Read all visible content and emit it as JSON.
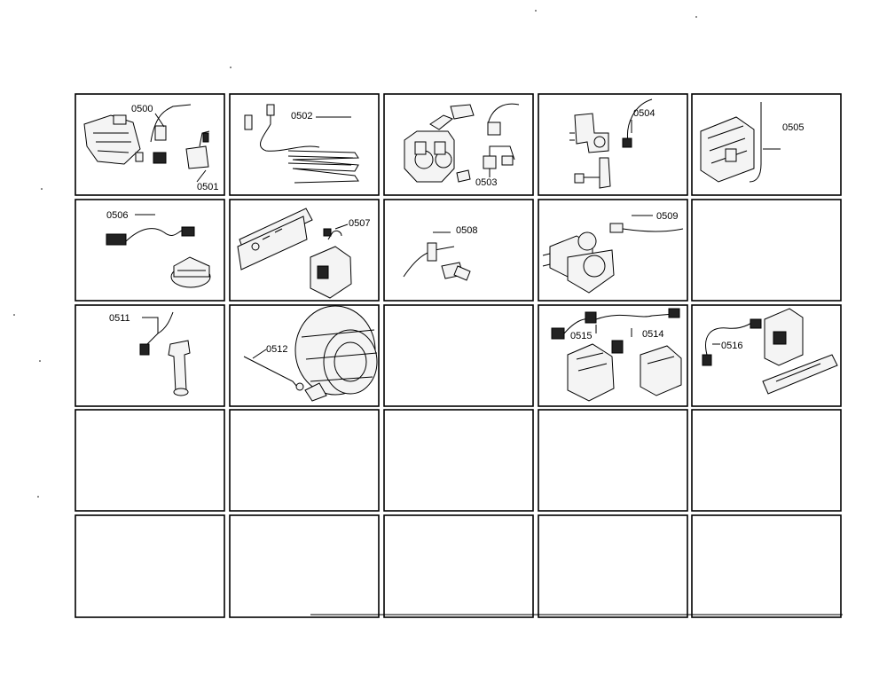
{
  "diagram": {
    "grid": {
      "rows": 5,
      "columns": 5
    },
    "callouts": [
      {
        "id": "c0500",
        "label": "0500"
      },
      {
        "id": "c0501",
        "label": "0501"
      },
      {
        "id": "c0502",
        "label": "0502"
      },
      {
        "id": "c0503",
        "label": "0503"
      },
      {
        "id": "c0504",
        "label": "0504"
      },
      {
        "id": "c0505",
        "label": "0505"
      },
      {
        "id": "c0506",
        "label": "0506"
      },
      {
        "id": "c0507",
        "label": "0507"
      },
      {
        "id": "c0508",
        "label": "0508"
      },
      {
        "id": "c0509",
        "label": "0509"
      },
      {
        "id": "c0511",
        "label": "0511"
      },
      {
        "id": "c0512",
        "label": "0512"
      },
      {
        "id": "c0515",
        "label": "0515"
      },
      {
        "id": "c0514",
        "label": "0514"
      },
      {
        "id": "c0516",
        "label": "0516"
      }
    ]
  }
}
